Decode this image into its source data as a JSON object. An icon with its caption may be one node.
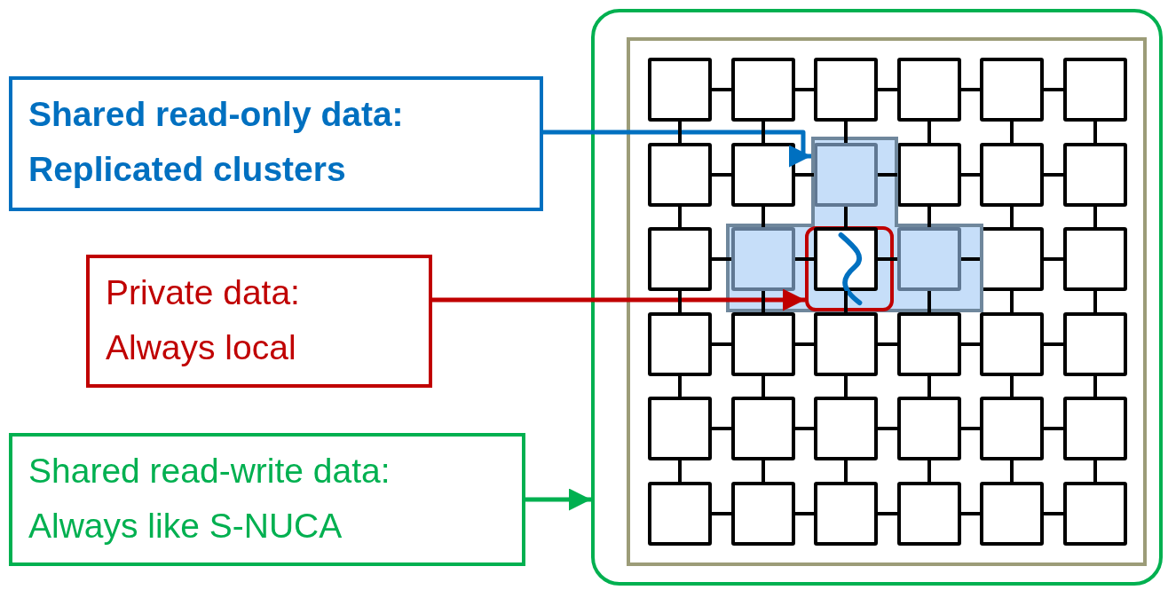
{
  "diagram": {
    "nodes": [
      {
        "text": [
          "Shared read-only data: Replicated clusters"
        ]
      },
      {
        "text": [
          "Private data: Always local"
        ]
      },
      {
        "text": [
          "Shared read-write data: Always like S-NUCA"
        ]
      },
      {
        "text": [],
        "shape": "box"
      },
      {
        "text": [],
        "shape": "box",
        "in": 3
      },
      {
        "text": [],
        "shape": "box",
        "in": 4
      },
      {
        "text": [],
        "shape": "box",
        "in": 4
      },
      {
        "text": [],
        "shape": "box",
        "in": 4
      },
      {
        "text": [],
        "shape": "box",
        "in": 4
      },
      {
        "text": [],
        "shape": "box",
        "in": 4
      },
      {
        "text": [],
        "shape": "box",
        "in": 4
      },
      {
        "text": [],
        "shape": "box",
        "in": 4
      },
      {
        "text": [],
        "shape": "box",
        "in": 4
      },
      {
        "text": [],
        "shape": "box",
        "in": 41
      },
      {
        "text": [],
        "shape": "box",
        "in": 4
      },
      {
        "text": [],
        "shape": "box",
        "in": 4
      },
      {
        "text": [],
        "shape": "box",
        "in": 4
      },
      {
        "text": [],
        "shape": "box",
        "in": 4
      },
      {
        "text": [],
        "shape": "box",
        "in": 41
      },
      {
        "text": [],
        "shape": "box",
        "in": 42
      },
      {
        "text": [],
        "shape": "box",
        "in": 41
      },
      {
        "text": [],
        "shape": "box",
        "in": 4
      },
      {
        "text": [],
        "shape": "box",
        "in": 4
      },
      {
        "text": [],
        "shape": "box",
        "in": 4
      },
      {
        "text": [],
        "shape": "box",
        "in": 4
      },
      {
        "text": [],
        "shape": "box",
        "in": 4
      },
      {
        "text": [],
        "shape": "box",
        "in": 4
      },
      {
        "text": [],
        "shape": "box",
        "in": 4
      },
      {
        "text": [],
        "shape": "box",
        "in": 4
      },
      {
        "text": [],
        "shape": "box",
        "in": 4
      },
      {
        "text": [],
        "shape": "box",
        "in": 4
      },
      {
        "text": [],
        "shape": "box",
        "in": 4
      },
      {
        "text": [],
        "shape": "box",
        "in": 4
      },
      {
        "text": [],
        "shape": "box",
        "in": 4
      },
      {
        "text": [],
        "shape": "box",
        "in": 4
      },
      {
        "text": [],
        "shape": "box",
        "in": 4
      },
      {
        "text": [],
        "shape": "box",
        "in": 4
      },
      {
        "text": [],
        "shape": "box",
        "in": 4
      },
      {
        "text": [],
        "shape": "box",
        "in": 4
      },
      {
        "text": [],
        "shape": "box",
        "in": 4
      },
      {
        "text": [],
        "shape": "box",
        "in": 4
      },
      {
        "text": [],
        "shape": "box",
        "in": 4
      },
      {
        "text": [],
        "shape": "box",
        "in": 41
      }
    ],
    "edges": [
      {
        "from": 0,
        "to": 41,
        "arrow": "to",
        "color": "#0070c0"
      },
      {
        "from": 1,
        "to": 42,
        "arrow": "to",
        "color": "#c00000"
      },
      {
        "from": 2,
        "to": 3,
        "arrow": "to",
        "color": "#00b050"
      },
      {
        "from": 5,
        "to": 6,
        "arrow": "none"
      },
      {
        "from": 6,
        "to": 7,
        "arrow": "none"
      },
      {
        "from": 7,
        "to": 8,
        "arrow": "none"
      },
      {
        "from": 8,
        "to": 9,
        "arrow": "none"
      },
      {
        "from": 9,
        "to": 10,
        "arrow": "none"
      },
      {
        "from": 5,
        "to": 11,
        "arrow": "none"
      },
      {
        "from": 6,
        "to": 12,
        "arrow": "none"
      },
      {
        "from": 7,
        "to": 13,
        "arrow": "none"
      },
      {
        "from": 8,
        "to": 14,
        "arrow": "none"
      },
      {
        "from": 9,
        "to": 15,
        "arrow": "none"
      },
      {
        "from": 10,
        "to": 16,
        "arrow": "none"
      },
      {
        "from": 11,
        "to": 12,
        "arrow": "none"
      },
      {
        "from": 12,
        "to": 13,
        "arrow": "none"
      },
      {
        "from": 13,
        "to": 14,
        "arrow": "none"
      },
      {
        "from": 14,
        "to": 15,
        "arrow": "none"
      },
      {
        "from": 15,
        "to": 16,
        "arrow": "none"
      },
      {
        "from": 11,
        "to": 17,
        "arrow": "none"
      },
      {
        "from": 12,
        "to": 18,
        "arrow": "none"
      },
      {
        "from": 13,
        "to": 19,
        "arrow": "none"
      },
      {
        "from": 14,
        "to": 20,
        "arrow": "none"
      },
      {
        "from": 15,
        "to": 21,
        "arrow": "none"
      },
      {
        "from": 16,
        "to": 22,
        "arrow": "none"
      },
      {
        "from": 17,
        "to": 18,
        "arrow": "none"
      },
      {
        "from": 18,
        "to": 19,
        "arrow": "none"
      },
      {
        "from": 19,
        "to": 20,
        "arrow": "none"
      },
      {
        "from": 20,
        "to": 21,
        "arrow": "none"
      },
      {
        "from": 21,
        "to": 22,
        "arrow": "none"
      },
      {
        "from": 17,
        "to": 23,
        "arrow": "none"
      },
      {
        "from": 18,
        "to": 24,
        "arrow": "none"
      },
      {
        "from": 19,
        "to": 25,
        "arrow": "none"
      },
      {
        "from": 20,
        "to": 26,
        "arrow": "none"
      },
      {
        "from": 21,
        "to": 27,
        "arrow": "none"
      },
      {
        "from": 22,
        "to": 28,
        "arrow": "none"
      },
      {
        "from": 23,
        "to": 24,
        "arrow": "none"
      },
      {
        "from": 24,
        "to": 25,
        "arrow": "none"
      },
      {
        "from": 25,
        "to": 26,
        "arrow": "none"
      },
      {
        "from": 26,
        "to": 27,
        "arrow": "none"
      },
      {
        "from": 27,
        "to": 28,
        "arrow": "none"
      },
      {
        "from": 23,
        "to": 29,
        "arrow": "none"
      },
      {
        "from": 24,
        "to": 30,
        "arrow": "none"
      },
      {
        "from": 25,
        "to": 31,
        "arrow": "none"
      },
      {
        "from": 26,
        "to": 32,
        "arrow": "none"
      },
      {
        "from": 27,
        "to": 33,
        "arrow": "none"
      },
      {
        "from": 28,
        "to": 34,
        "arrow": "none"
      },
      {
        "from": 29,
        "to": 30,
        "arrow": "none"
      },
      {
        "from": 30,
        "to": 31,
        "arrow": "none"
      },
      {
        "from": 31,
        "to": 32,
        "arrow": "none"
      },
      {
        "from": 32,
        "to": 33,
        "arrow": "none"
      },
      {
        "from": 33,
        "to": 34,
        "arrow": "none"
      },
      {
        "from": 29,
        "to": 35,
        "arrow": "none"
      },
      {
        "from": 30,
        "to": 36,
        "arrow": "none"
      },
      {
        "from": 31,
        "to": 37,
        "arrow": "none"
      },
      {
        "from": 32,
        "to": 38,
        "arrow": "none"
      },
      {
        "from": 33,
        "to": 39,
        "arrow": "none"
      },
      {
        "from": 34,
        "to": 40,
        "arrow": "none"
      },
      {
        "from": 35,
        "to": 36,
        "arrow": "none"
      },
      {
        "from": 36,
        "to": 37,
        "arrow": "none"
      },
      {
        "from": 37,
        "to": 38,
        "arrow": "none"
      },
      {
        "from": 38,
        "to": 39,
        "arrow": "none"
      },
      {
        "from": 39,
        "to": 40,
        "arrow": "none"
      }
    ]
  }
}
